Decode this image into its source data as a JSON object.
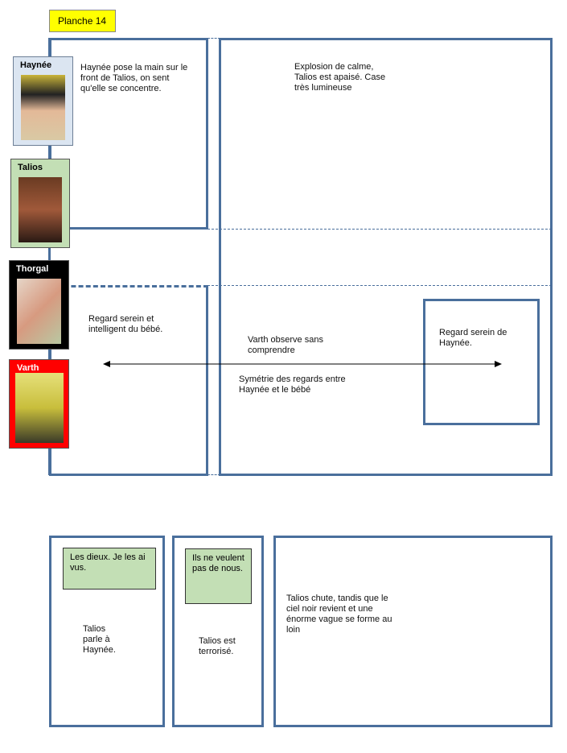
{
  "page_label": "Planche 14",
  "colors": {
    "frame": "#4a6f9c",
    "label_bg": "#ffff00",
    "note_bg": "#c3dfb5"
  },
  "characters": [
    {
      "name": "Haynée",
      "bg": "#dbe5f1"
    },
    {
      "name": "Talios",
      "bg": "#c3dfb5"
    },
    {
      "name": "Thorgal",
      "bg": "#000000"
    },
    {
      "name": "Varth",
      "bg": "#ff0000"
    }
  ],
  "panels": {
    "p1": "Haynée pose la main sur le front de Talios, on sent qu'elle se concentre.",
    "p2": "Explosion de calme, Talios est apaisé. Case très lumineuse",
    "p3": "Regard serein et intelligent du bébé.",
    "p4_inset": "Regard serein de Haynée.",
    "p4_varth": "Varth observe sans comprendre",
    "p4_symmetry": "Symétrie des regards entre Haynée et le bébé",
    "p5_bubble": "Les dieux. Je les ai vus.",
    "p5": "Talios parle à Haynée.",
    "p6_bubble": "Ils ne veulent pas de nous.",
    "p6": "Talios est terrorisé.",
    "p7": "Talios chute, tandis que le ciel noir revient et une énorme vague se forme au loin"
  }
}
